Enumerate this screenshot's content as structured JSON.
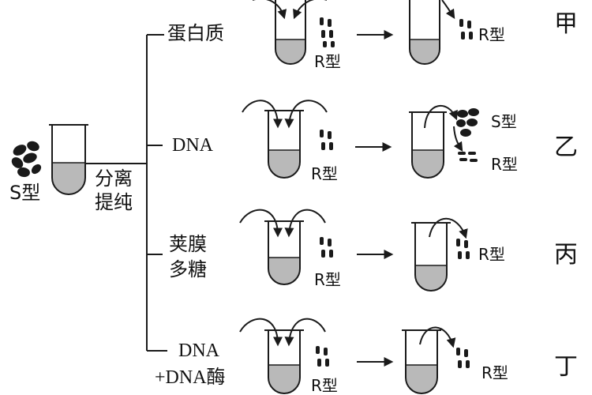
{
  "source": {
    "bacteria_label": "S型",
    "process_line1": "分离",
    "process_line2": "提纯"
  },
  "rows": [
    {
      "substance_line1": "蛋白质",
      "substance_line2": "",
      "added_label": "R型",
      "results": [
        "R型"
      ],
      "row_label": "甲"
    },
    {
      "substance_line1": "DNA",
      "substance_line2": "",
      "added_label": "R型",
      "results": [
        "S型",
        "R型"
      ],
      "row_label": "乙"
    },
    {
      "substance_line1": "荚膜",
      "substance_line2": "多糖",
      "added_label": "R型",
      "results": [
        "R型"
      ],
      "row_label": "丙"
    },
    {
      "substance_line1": "DNA",
      "substance_line2": "+DNA酶",
      "added_label": "R型",
      "results": [
        "R型"
      ],
      "row_label": "丁"
    }
  ],
  "colors": {
    "line": "#1a1a1a",
    "liquid": "#b9b9b9",
    "bacteria": "#1a1a1a"
  }
}
